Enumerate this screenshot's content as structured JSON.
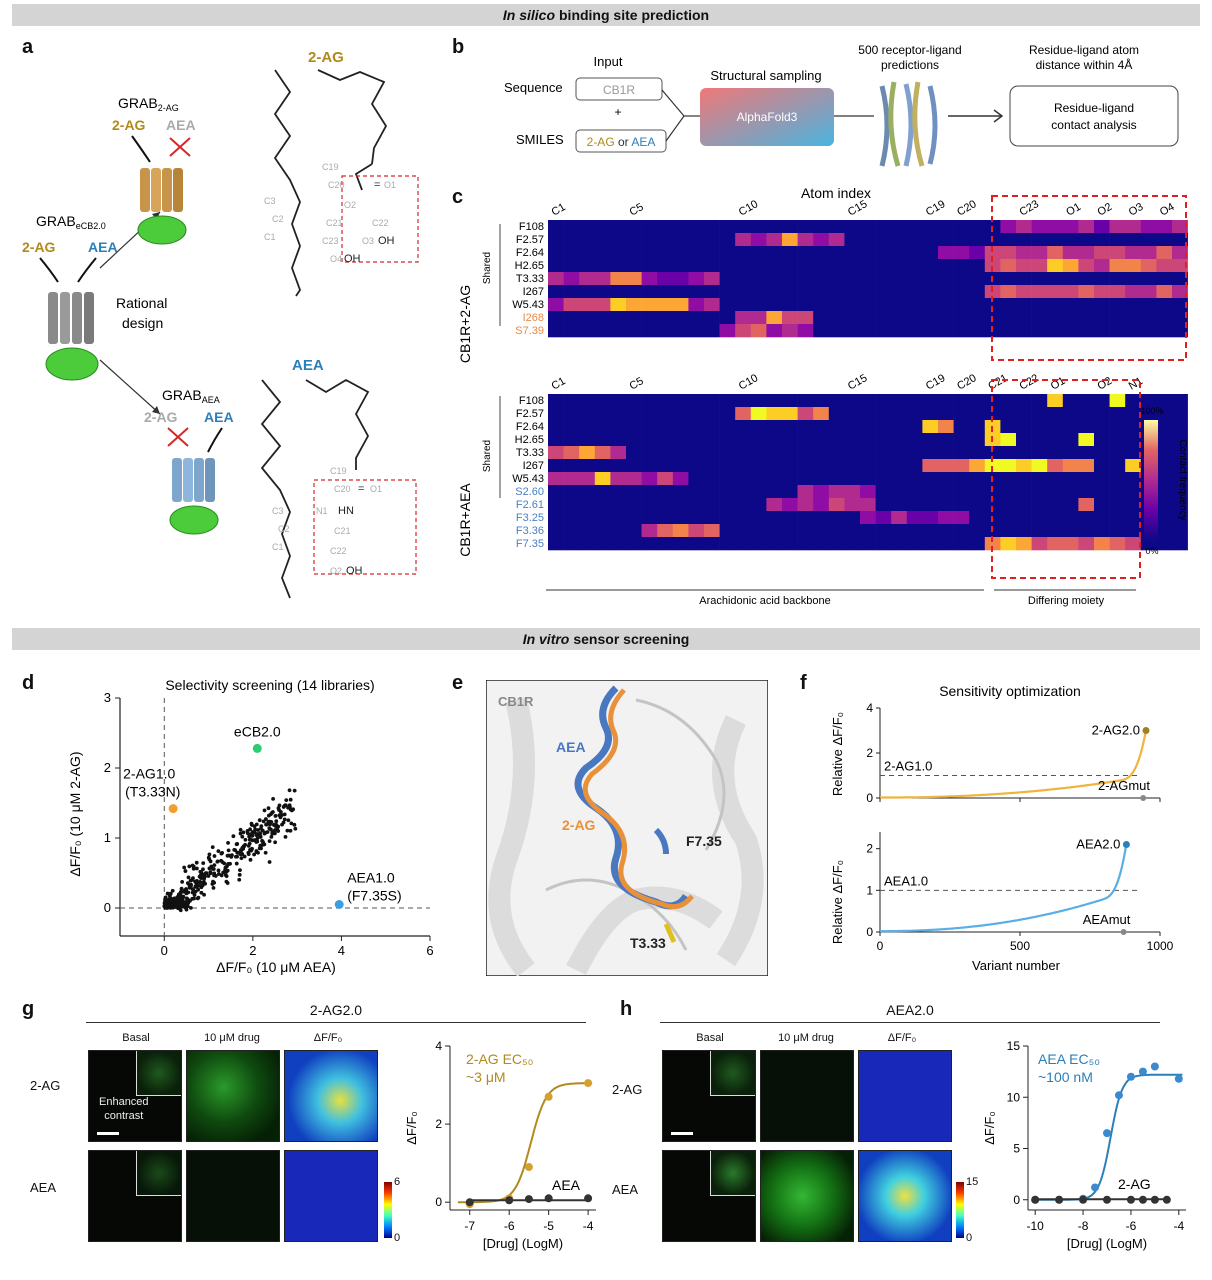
{
  "sections": {
    "top": {
      "italic": "In silico",
      "rest": "binding site prediction"
    },
    "bottom": {
      "italic": "In vitro",
      "rest": "sensor screening"
    }
  },
  "panels": {
    "a": "a",
    "b": "b",
    "c": "c",
    "d": "d",
    "e": "e",
    "f": "f",
    "g": "g",
    "h": "h"
  },
  "panel_a": {
    "sensor_main": "GRAB",
    "sensor_main_sub": "eCB2.0",
    "sensor_2ag": "GRAB",
    "sensor_2ag_sub": "2-AG",
    "sensor_aea": "GRAB",
    "sensor_aea_sub": "AEA",
    "ligand_2ag": "2-AG",
    "ligand_aea": "AEA",
    "rational": "Rational",
    "design": "design",
    "mol_2ag_title": "2-AG",
    "mol_aea_title": "AEA",
    "atoms_2ag": [
      "C19",
      "C20",
      "O1",
      "O2",
      "C21",
      "C22",
      "C23",
      "O3",
      "OH",
      "O4",
      "OH",
      "C3",
      "C2",
      "C1"
    ],
    "atoms_aea": [
      "C19",
      "C20",
      "O1",
      "N1",
      "HN",
      "C21",
      "C22",
      "O2",
      "OH",
      "C3",
      "C2",
      "C1"
    ],
    "colors": {
      "gold": "#b08a1e",
      "blue": "#2c7fb8",
      "grey": "#aaaaaa",
      "red_box": "#d62728"
    }
  },
  "panel_b": {
    "input": "Input",
    "sequence": "Sequence",
    "cb1r": "CB1R",
    "plus": "+",
    "smiles": "SMILES",
    "smiles_2ag": "2-AG",
    "smiles_or": " or ",
    "smiles_aea": "AEA",
    "sampling": "Structural sampling",
    "alphafold": "AlphaFold3",
    "predictions_1": "500 receptor-ligand",
    "predictions_2": "predictions",
    "distance_1": "Residue-ligand atom",
    "distance_2": "distance within 4Å",
    "analysis_1": "Residue-ligand",
    "analysis_2": "contact analysis"
  },
  "chart_data": [
    {
      "panel": "c",
      "type": "heatmap",
      "title": "Atom index",
      "x_tick_labels_top": [
        "C1",
        "C5",
        "C10",
        "C15",
        "C19",
        "C20",
        "C23",
        "O1",
        "O2",
        "O3",
        "O4"
      ],
      "x_tick_labels_bottom": [
        "C1",
        "C5",
        "C10",
        "C15",
        "C19",
        "C20",
        "C21",
        "C22",
        "O1",
        "O2",
        "N1"
      ],
      "group_top_label": "CB1R+2-AG",
      "group_bottom_label": "CB1R+AEA",
      "shared_label": "Shared",
      "rows_top": [
        "F108",
        "F2.57",
        "F2.64",
        "H2.65",
        "T3.33",
        "I267",
        "W5.43",
        "I268",
        "S7.39"
      ],
      "rows_bottom": [
        "F108",
        "F2.57",
        "F2.64",
        "H2.65",
        "T3.33",
        "I267",
        "W5.43",
        "S2.60",
        "F2.61",
        "F3.25",
        "F3.36",
        "F7.35"
      ],
      "row_label_colors": {
        "unique_2ag": "#e8894a",
        "unique_aea": "#4a7fc1"
      },
      "backbone_label": "Arachidonic acid backbone",
      "moiety_label": "Differing moiety",
      "colorbar_label": "Contact frequency",
      "colorbar_max": "100%",
      "colorbar_min": "0%"
    },
    {
      "panel": "d",
      "type": "scatter",
      "title": "Selectivity screening (14 libraries)",
      "xlabel": "ΔF/F₀ (10 μM AEA)",
      "ylabel": "ΔF/F₀ (10 μM 2-AG)",
      "xlim": [
        -1,
        6
      ],
      "ylim": [
        -0.4,
        3
      ],
      "xticks": [
        0,
        2,
        4,
        6
      ],
      "yticks": [
        0,
        1,
        2,
        3
      ],
      "highlights": [
        {
          "name": "eCB2.0",
          "x": 2.1,
          "y": 2.28,
          "color": "#2ecc71"
        },
        {
          "name": "2-AG1.0",
          "sub": "(T3.33N)",
          "x": 0.2,
          "y": 1.42,
          "color": "#f0a030"
        },
        {
          "name": "AEA1.0",
          "sub": "(F7.35S)",
          "x": 3.95,
          "y": 0.05,
          "color": "#3aa0e0"
        }
      ]
    },
    {
      "panel": "f",
      "type": "line",
      "title": "Sensitivity optimization",
      "xlabel": "Variant number",
      "ylabel": "Relative ΔF/F₀",
      "xticks": [
        0,
        500,
        1000
      ],
      "series": [
        {
          "name": "2-AG2.0",
          "ref": "2-AG1.0",
          "mut": "2-AGmut",
          "ylim": [
            0,
            4
          ],
          "yticks": [
            0,
            2,
            4
          ],
          "max": 3.0,
          "n": 950,
          "color": "#f0b43c"
        },
        {
          "name": "AEA2.0",
          "ref": "AEA1.0",
          "mut": "AEAmut",
          "ylim": [
            0,
            2.4
          ],
          "yticks": [
            0,
            1,
            2
          ],
          "max": 2.1,
          "n": 880,
          "color": "#5aaee6"
        }
      ]
    },
    {
      "panel": "g",
      "type": "line",
      "title": "2-AG2.0",
      "xlabel": "[Drug] (LogM)",
      "ylabel": "ΔF/F₀",
      "xlim": [
        -7.5,
        -3.8
      ],
      "ylim": [
        -0.2,
        4
      ],
      "xticks": [
        -7,
        -6,
        -5,
        -4
      ],
      "yticks": [
        0,
        2,
        4
      ],
      "annotation": "2-AG EC₅₀",
      "annotation_2": "~3 μM",
      "series": [
        {
          "name": "2-AG",
          "x": [
            -7,
            -6,
            -5.5,
            -5,
            -4
          ],
          "y": [
            -0.05,
            0.1,
            0.9,
            2.7,
            3.05
          ],
          "color": "#b08a1e"
        },
        {
          "name": "AEA",
          "x": [
            -7,
            -6,
            -5.5,
            -5,
            -4
          ],
          "y": [
            0,
            0.05,
            0.08,
            0.1,
            0.1
          ],
          "color": "#333333"
        }
      ]
    },
    {
      "panel": "h",
      "type": "line",
      "title": "AEA2.0",
      "xlabel": "[Drug] (LogM)",
      "ylabel": "ΔF/F₀",
      "xlim": [
        -10.3,
        -3.7
      ],
      "ylim": [
        -1,
        15
      ],
      "xticks": [
        -10,
        -8,
        -6,
        -4
      ],
      "yticks": [
        0,
        5,
        10,
        15
      ],
      "annotation": "AEA EC₅₀",
      "annotation_2": "~100 nM",
      "series": [
        {
          "name": "AEA",
          "x": [
            -10,
            -9,
            -8,
            -7.5,
            -7,
            -6.5,
            -6,
            -5.5,
            -5,
            -4
          ],
          "y": [
            0,
            0,
            0.1,
            1.2,
            6.5,
            10.2,
            12,
            12.5,
            13,
            11.8
          ],
          "color": "#2c7fb8"
        },
        {
          "name": "2-AG",
          "x": [
            -10,
            -9,
            -8,
            -7,
            -6,
            -5.5,
            -5,
            -4.5
          ],
          "y": [
            0,
            0,
            0,
            0,
            0,
            0,
            0,
            0
          ],
          "color": "#333333"
        }
      ]
    }
  ],
  "panel_e": {
    "cb1r": "CB1R",
    "aea": "AEA",
    "ag": "2-AG",
    "f735": "F7.35",
    "t333": "T3.33"
  },
  "panel_g": {
    "title": "2-AG2.0",
    "basal": "Basal",
    "drug": "10 μM drug",
    "dff": "ΔF/F₀",
    "row1": "2-AG",
    "row2": "AEA",
    "enhanced_1": "Enhanced",
    "enhanced_2": "contrast",
    "cbar_max": "6",
    "cbar_min": "0"
  },
  "panel_h": {
    "title": "AEA2.0",
    "basal": "Basal",
    "drug": "10 μM drug",
    "dff": "ΔF/F₀",
    "row1": "2-AG",
    "row2": "AEA",
    "cbar_max": "15",
    "cbar_min": "0"
  }
}
